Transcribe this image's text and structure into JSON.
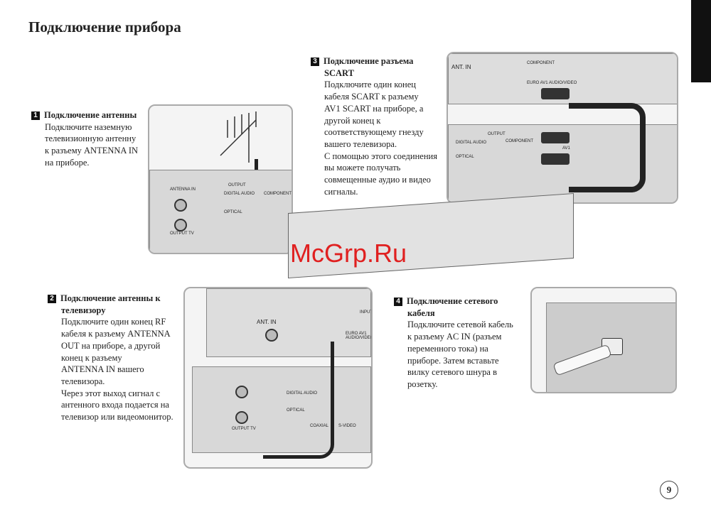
{
  "title": "Подключение прибора",
  "sections": [
    {
      "num": "1",
      "heading": "Подключение антенны",
      "lines": [
        "Подключите наземную",
        "телевизионную антенну",
        "к разъему ANTENNA IN",
        "на приборе."
      ]
    },
    {
      "num": "2",
      "heading": [
        "Подключение антенны к",
        "телевизору"
      ],
      "lines": [
        "Подключите один конец RF",
        "кабеля к разъему ANTENNA",
        "OUT на приборе, а другой",
        "конец к разъему",
        "ANTENNA IN вашего",
        "телевизора.",
        "Через этот выход сигнал с",
        "антенного входа подается на",
        "телевизор или видеомонитор."
      ]
    },
    {
      "num": "3",
      "heading": [
        "Подключение разъема",
        "SCART"
      ],
      "lines": [
        "Подключите один конец",
        "кабеля SCART к разъему",
        "AV1 SCART на приборе, а",
        "другой конец к",
        "соответствующему гнезду",
        "вашего телевизора.",
        "С помощью этого соединения",
        "вы можете получать",
        "совмещенные аудио и видео",
        "сигналы."
      ]
    },
    {
      "num": "4",
      "heading": [
        "Подключение сетевого",
        "кабеля"
      ],
      "lines": [
        "Подключите сетевой кабель",
        "к разъему AC IN (разъем",
        "переменного тока) на",
        "приборе. Затем вставьте",
        "вилку сетевого шнура в",
        "розетку."
      ]
    }
  ],
  "figure_labels": {
    "antenna_in": "ANTENNA IN",
    "antenna_out": "OUTPUT TV",
    "output": "OUTPUT",
    "component": "COMPONENT",
    "digital_audio": "DIGITAL AUDIO",
    "optical": "OPTICAL",
    "coaxial": "COAXIAL",
    "svideo": "S-VIDEO",
    "ant_in": "ANT. IN",
    "euro_av1": "EURO AV1 AUDIO/VIDEO",
    "av1": "AV1",
    "input": "INPUT"
  },
  "watermark": "McGrp.Ru",
  "page_number": "9"
}
